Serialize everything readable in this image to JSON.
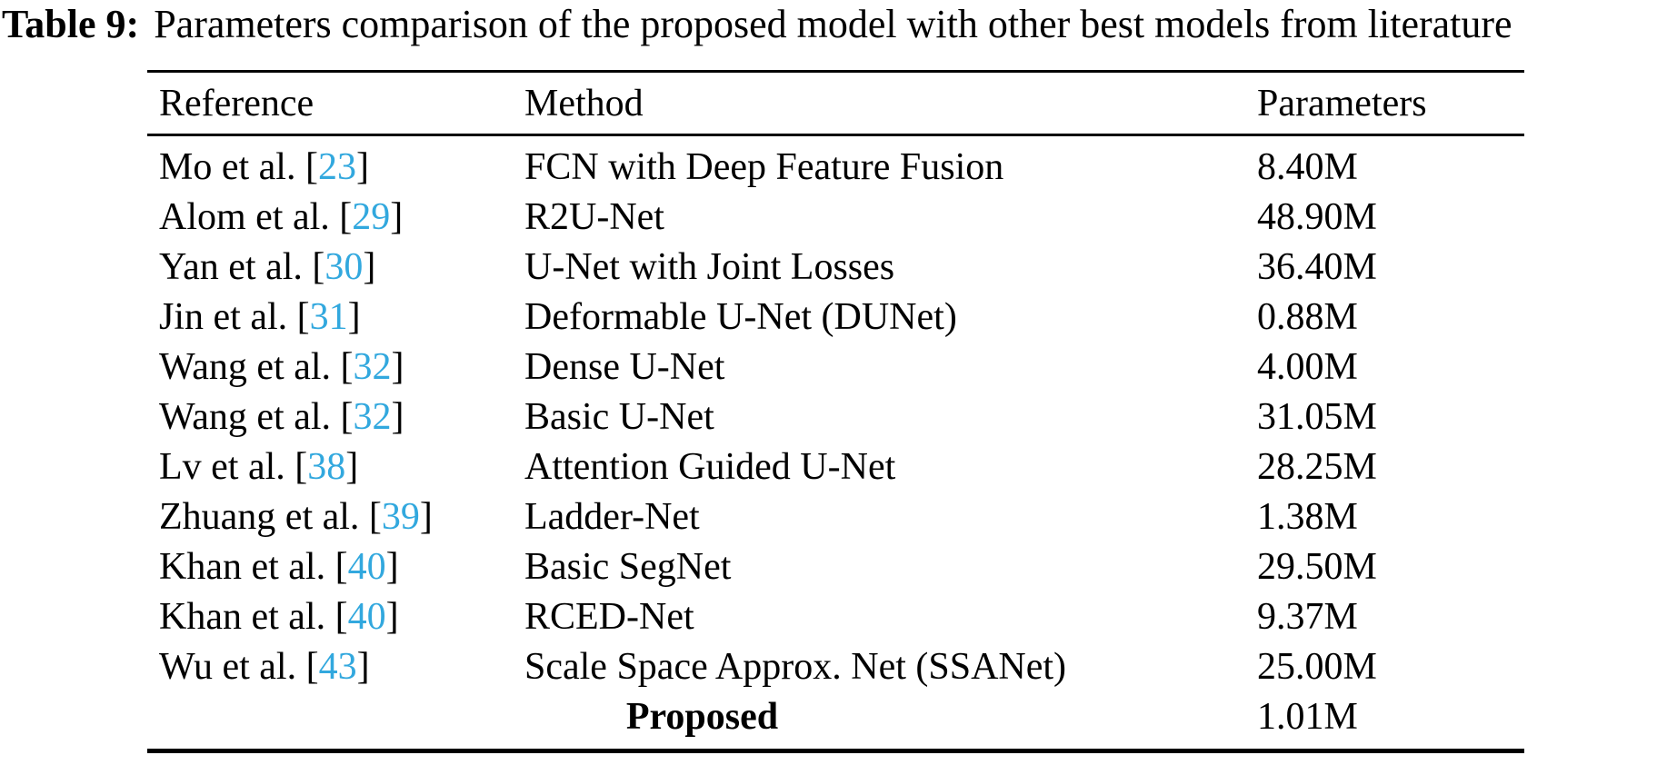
{
  "caption": {
    "label": "Table 9:",
    "text": "Parameters comparison of the proposed model with other best models from literature"
  },
  "colors": {
    "text": "#000000",
    "rule": "#000000",
    "citation_link": "#32a8de",
    "background": "#ffffff"
  },
  "table": {
    "columns": [
      "Reference",
      "Method",
      "Parameters"
    ],
    "citation_bracket_open": "[",
    "citation_bracket_close": "]",
    "rows": [
      {
        "author": "Mo et al.",
        "cite": "23",
        "method": "FCN with Deep Feature Fusion",
        "params": "8.40M"
      },
      {
        "author": "Alom et al.",
        "cite": "29",
        "method": "R2U-Net",
        "params": "48.90M"
      },
      {
        "author": "Yan et al.",
        "cite": "30",
        "method": "U-Net with Joint Losses",
        "params": "36.40M"
      },
      {
        "author": "Jin et al.",
        "cite": "31",
        "method": "Deformable U-Net (DUNet)",
        "params": "0.88M"
      },
      {
        "author": "Wang et al.",
        "cite": "32",
        "method": "Dense U-Net",
        "params": "4.00M"
      },
      {
        "author": "Wang et al.",
        "cite": "32",
        "method": "Basic U-Net",
        "params": "31.05M"
      },
      {
        "author": "Lv et al.",
        "cite": "38",
        "method": "Attention Guided U-Net",
        "params": "28.25M"
      },
      {
        "author": "Zhuang et al.",
        "cite": "39",
        "method": "Ladder-Net",
        "params": "1.38M"
      },
      {
        "author": "Khan et al.",
        "cite": "40",
        "method": "Basic SegNet",
        "params": "29.50M"
      },
      {
        "author": "Khan et al.",
        "cite": "40",
        "method": "RCED-Net",
        "params": "9.37M"
      },
      {
        "author": "Wu et al.",
        "cite": "43",
        "method": "Scale Space Approx. Net (SSANet)",
        "params": "25.00M"
      }
    ],
    "proposed_row": {
      "label": "Proposed",
      "params": "1.01M"
    }
  }
}
